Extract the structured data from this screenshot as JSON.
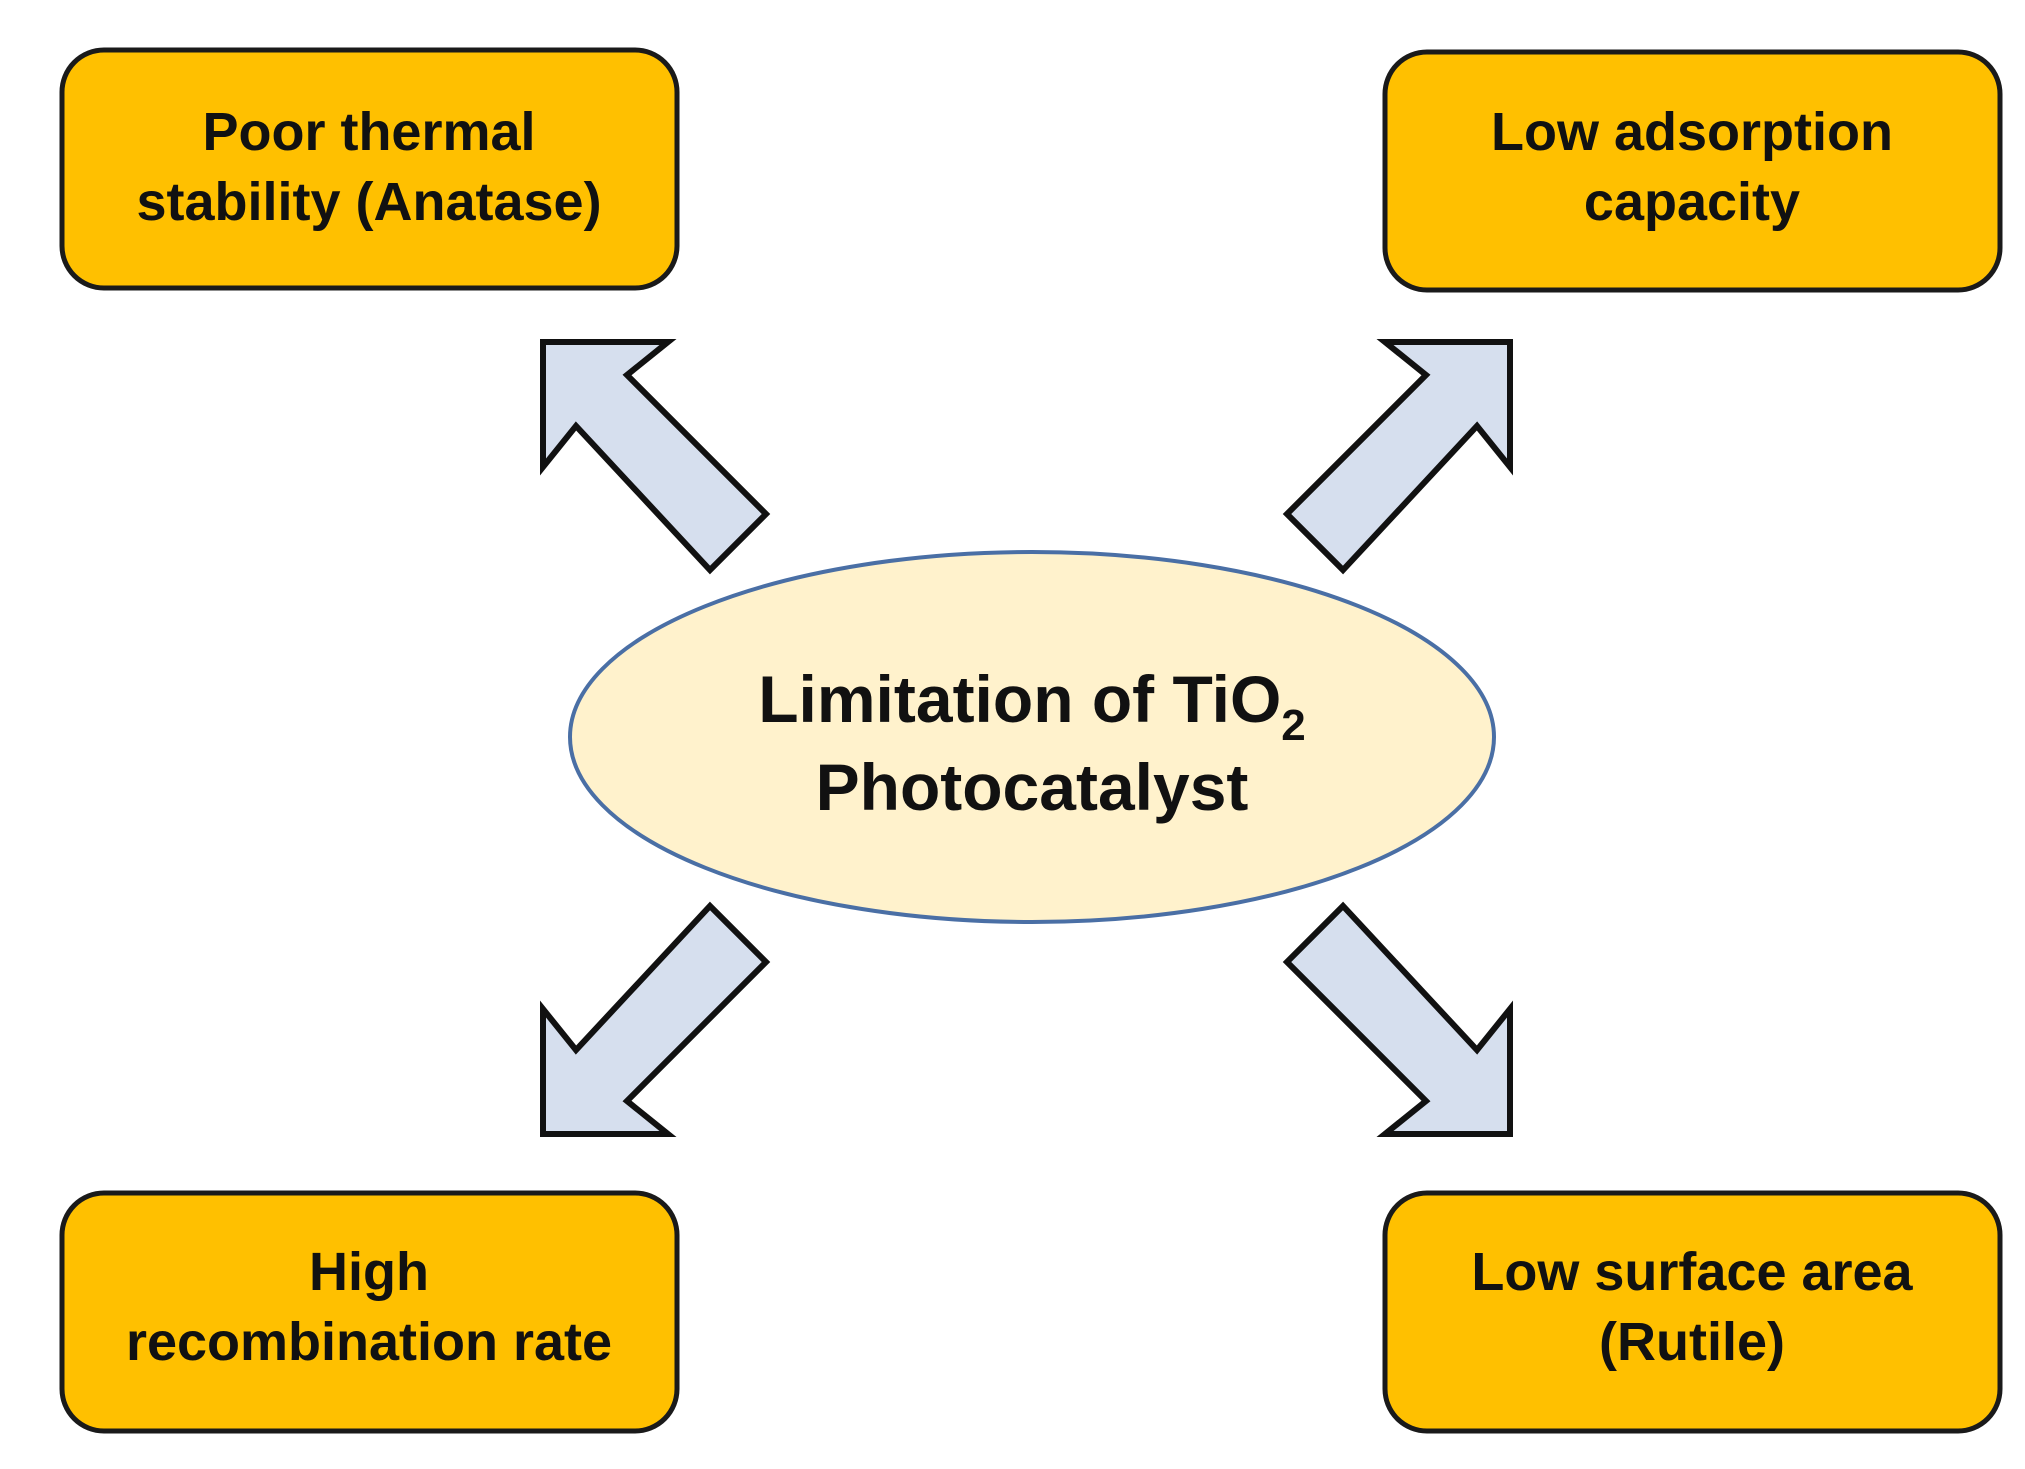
{
  "colors": {
    "box_fill": "#FFC000",
    "box_stroke": "#1a1a1a",
    "arrow_fill": "#D6DFEE",
    "arrow_stroke": "#111111",
    "ellipse_fill": "#FFF2CC",
    "ellipse_stroke": "#4A6FA5"
  },
  "center": {
    "line1_prefix": "Limitation of TiO",
    "line1_subscript": "2",
    "line2": "Photocatalyst"
  },
  "boxes": {
    "top_left": {
      "line1": "Poor thermal",
      "line2": "stability (Anatase)"
    },
    "top_right": {
      "line1": "Low adsorption",
      "line2": "capacity"
    },
    "bottom_left": {
      "line1": "High",
      "line2": "recombination rate"
    },
    "bottom_right": {
      "line1": "Low surface area",
      "line2": "(Rutile)"
    }
  }
}
